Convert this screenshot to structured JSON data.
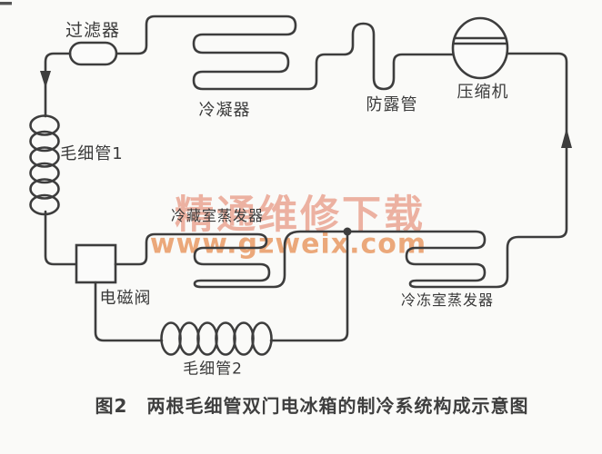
{
  "diagram": {
    "type": "refrigeration-system-schematic",
    "labels": {
      "filter": "过滤器",
      "condenser": "冷凝器",
      "dew_pipe": "防露管",
      "compressor": "压缩机",
      "capillary1": "毛细管1",
      "fridge_evaporator": "冷藏室蒸发器",
      "solenoid_valve": "电磁阀",
      "capillary2": "毛细管2",
      "freezer_evaporator": "冷冻室蒸发器"
    },
    "caption": "图2　两根毛细管双门电冰箱的制冷系统构成示意图",
    "watermark": {
      "text_cn": "精通维修下载",
      "url": "www.gzweix.com"
    },
    "colors": {
      "line": "#3d3d3d",
      "background": "#fafaf8",
      "watermark_cn": "rgba(222,104,74,0.5)",
      "watermark_url": "rgba(228,126,56,0.66)",
      "caption": "#3f3f3f",
      "label": "#3a3a3a"
    }
  }
}
